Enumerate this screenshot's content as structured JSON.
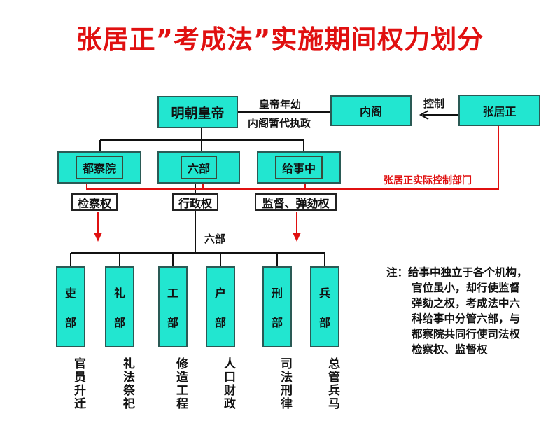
{
  "title": "张居正”考成法”实施期间权力划分",
  "top": {
    "emperor": "明朝皇帝",
    "cabinet": "内阁",
    "zhang": "张居正",
    "regency_line1": "皇帝年幼",
    "regency_line2": "内阁暂代执政",
    "control": "控制"
  },
  "middle": {
    "boxes": [
      "都察院",
      "六部",
      "给事中"
    ],
    "powers": [
      "检察权",
      "行政权",
      "监督、弹劾权"
    ],
    "zhang_control": "张居正实际控制部门",
    "six_label": "六部"
  },
  "departments": [
    {
      "name1": "吏",
      "name2": "部",
      "duty": "官员升迁"
    },
    {
      "name1": "礼",
      "name2": "部",
      "duty": "礼法祭祀"
    },
    {
      "name1": "工",
      "name2": "部",
      "duty": "修造工程"
    },
    {
      "name1": "户",
      "name2": "部",
      "duty": "人口财政"
    },
    {
      "name1": "刑",
      "name2": "部",
      "duty": "司法刑律"
    },
    {
      "name1": "兵",
      "name2": "部",
      "duty": "总管兵马"
    }
  ],
  "note": {
    "lines": [
      "注：给事中独立于各个机构，",
      "官位虽小，却行使监督",
      "弹劾之权，考成法中六",
      "科给事中分管六部，与",
      "都察院共同行使司法权",
      "检察权、监督权"
    ]
  },
  "colors": {
    "box": "#22e6d0",
    "red": "#e01010"
  }
}
